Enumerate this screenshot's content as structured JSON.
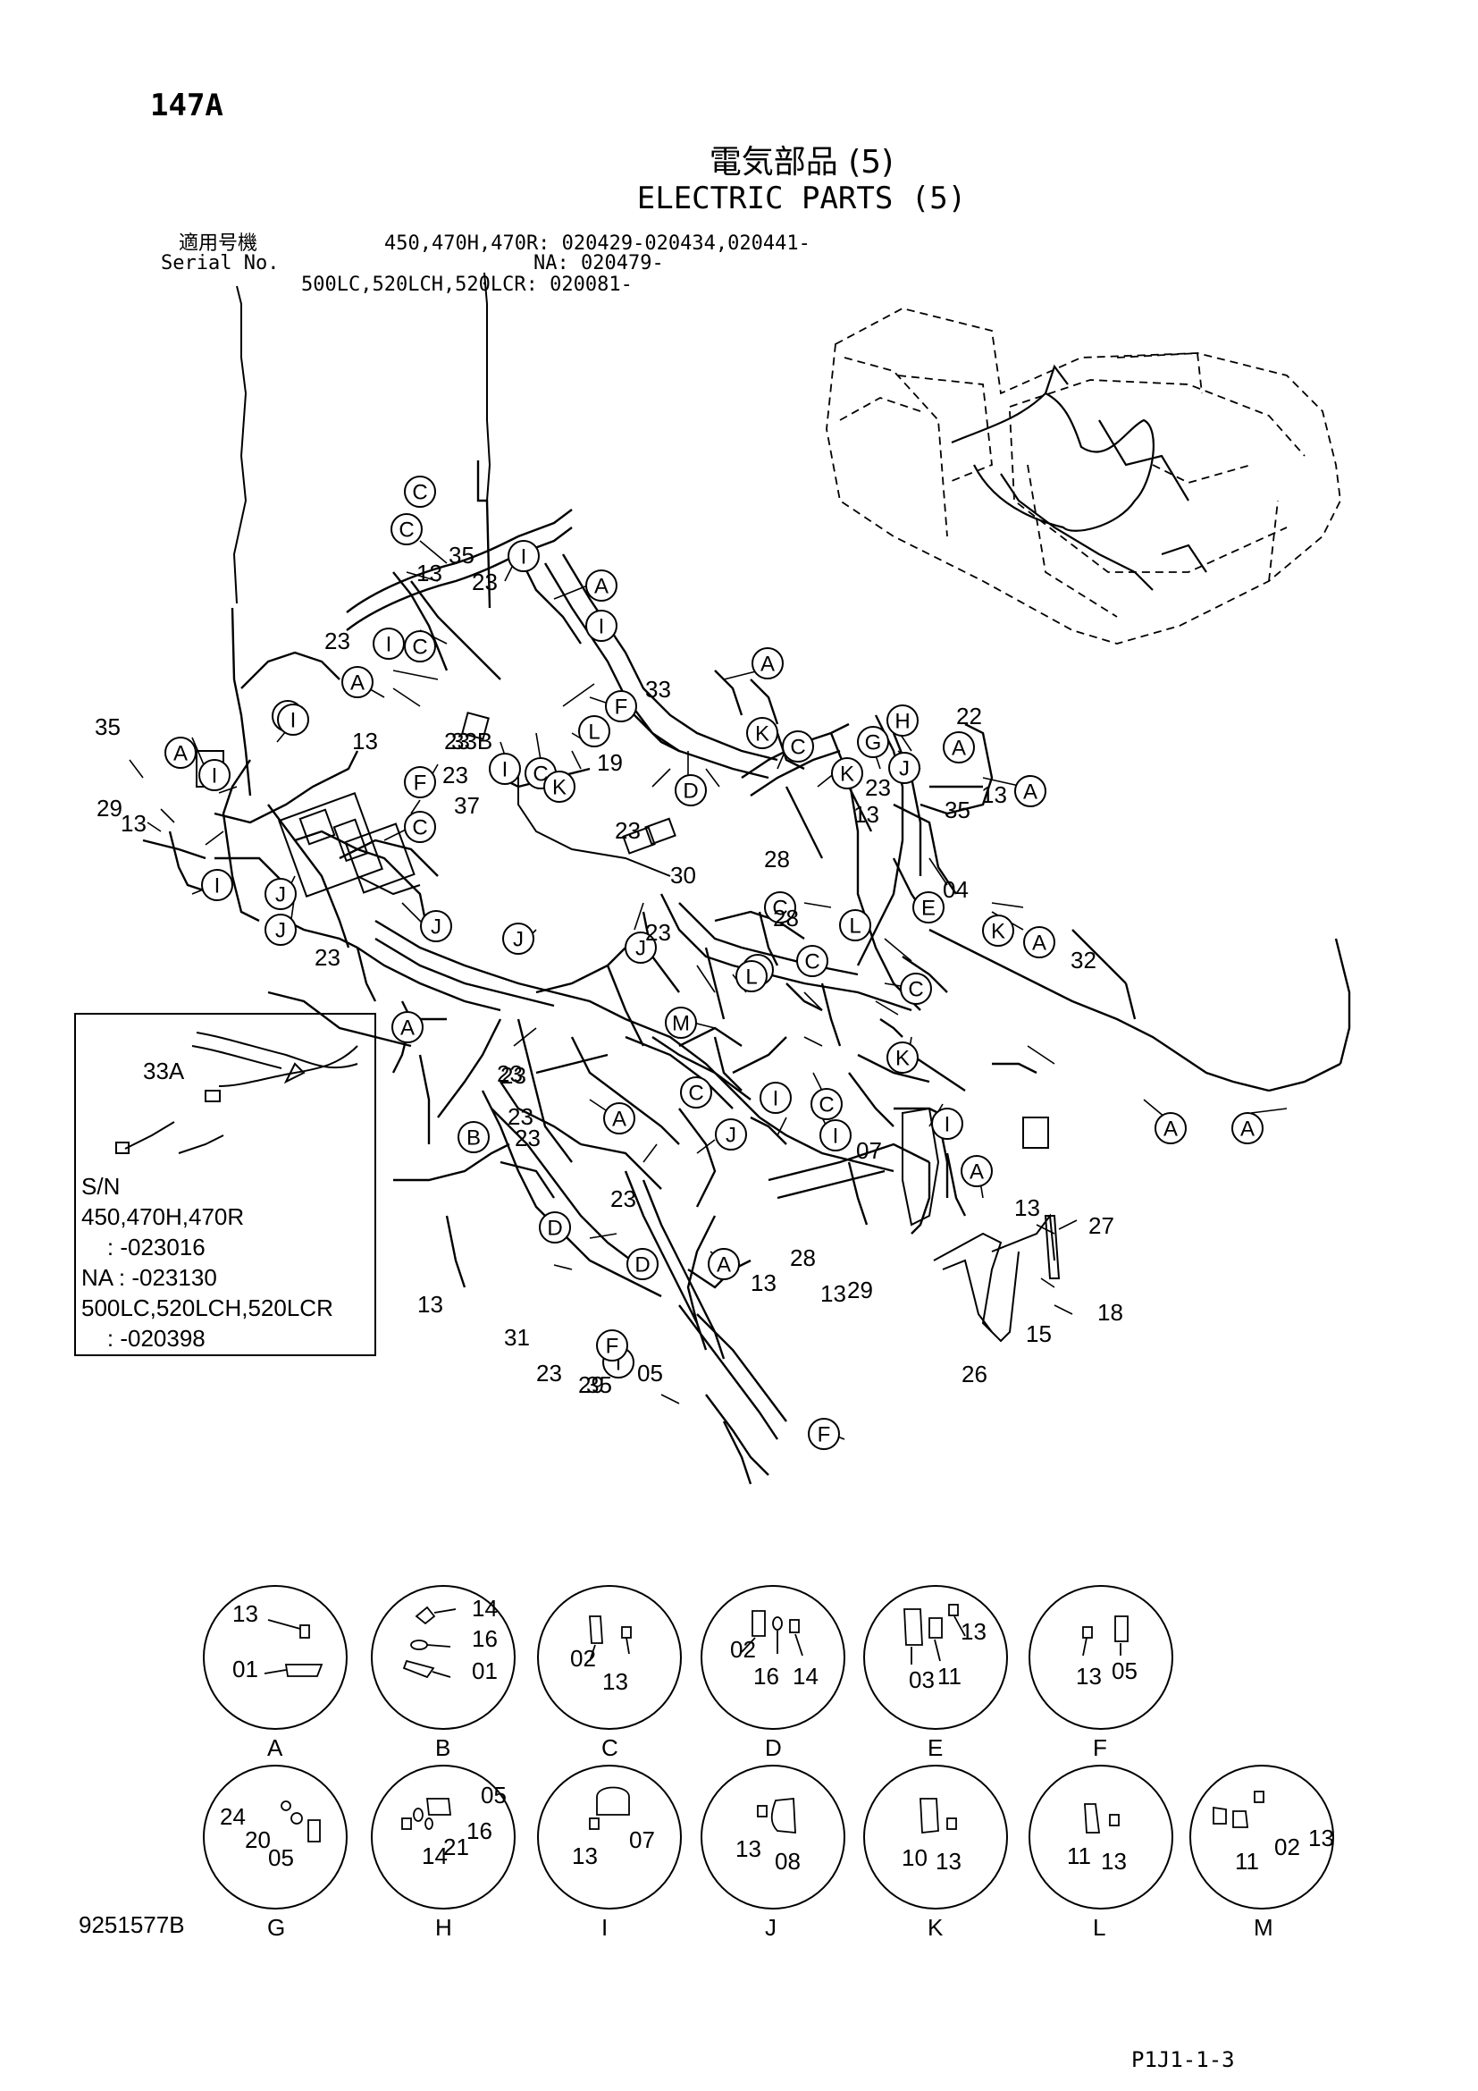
{
  "page_number": "147A",
  "title_jp": "電気部品 (5)",
  "title_en": "ELECTRIC PARTS (5)",
  "serial": {
    "label_jp": "適用号機",
    "label_en": "Serial No.",
    "line1": "450,470H,470R: 020429-020434,020441-",
    "line2": "NA: 020479-",
    "line3": "500LC,520LCH,520LCR: 020081-"
  },
  "inset": {
    "part_label": "33A",
    "text": "S/N\n450,470H,470R\n    : -023016\nNA : -023130\n500LC,520LCH,520LCR\n    : -020398"
  },
  "callouts": [
    {
      "letter": "C"
    },
    {
      "letter": "C"
    },
    {
      "letter": "I"
    },
    {
      "letter": "A"
    },
    {
      "letter": "C"
    },
    {
      "letter": "I"
    },
    {
      "letter": "I"
    },
    {
      "letter": "J"
    },
    {
      "letter": "A"
    },
    {
      "letter": "F"
    },
    {
      "letter": "L"
    },
    {
      "letter": "I"
    },
    {
      "letter": "C"
    },
    {
      "letter": "K"
    },
    {
      "letter": "A"
    },
    {
      "letter": "K"
    },
    {
      "letter": "C"
    },
    {
      "letter": "D"
    },
    {
      "letter": "K"
    },
    {
      "letter": "H"
    },
    {
      "letter": "G"
    },
    {
      "letter": "A"
    },
    {
      "letter": "J"
    },
    {
      "letter": "A"
    },
    {
      "letter": "I"
    },
    {
      "letter": "F"
    },
    {
      "letter": "C"
    },
    {
      "letter": "A"
    },
    {
      "letter": "I"
    },
    {
      "letter": "J"
    },
    {
      "letter": "J"
    },
    {
      "letter": "I"
    },
    {
      "letter": "J"
    },
    {
      "letter": "C"
    },
    {
      "letter": "E"
    },
    {
      "letter": "L"
    },
    {
      "letter": "K"
    },
    {
      "letter": "A"
    },
    {
      "letter": "C"
    },
    {
      "letter": "L"
    },
    {
      "letter": "C"
    },
    {
      "letter": "J"
    },
    {
      "letter": "J"
    },
    {
      "letter": "M"
    },
    {
      "letter": "L"
    },
    {
      "letter": "A"
    },
    {
      "letter": "A"
    },
    {
      "letter": "A"
    },
    {
      "letter": "C"
    },
    {
      "letter": "I"
    },
    {
      "letter": "C"
    },
    {
      "letter": "K"
    },
    {
      "letter": "J"
    },
    {
      "letter": "I"
    },
    {
      "letter": "I"
    },
    {
      "letter": "A"
    },
    {
      "letter": "B"
    },
    {
      "letter": "D"
    },
    {
      "letter": "A"
    },
    {
      "letter": "D"
    },
    {
      "letter": "A"
    },
    {
      "letter": "I"
    },
    {
      "letter": "F"
    },
    {
      "letter": "F"
    }
  ],
  "part_labels": [
    "13",
    "35",
    "23",
    "23",
    "13",
    "23",
    "33B",
    "23",
    "33",
    "19",
    "23",
    "30",
    "22",
    "23",
    "13",
    "35",
    "13",
    "28",
    "04",
    "28",
    "23",
    "32",
    "37",
    "35",
    "29",
    "13",
    "23",
    "23",
    "07",
    "13",
    "28",
    "13",
    "29",
    "27",
    "13",
    "18",
    "15",
    "26",
    "23",
    "31",
    "23",
    "23",
    "23",
    "23",
    "13",
    "29",
    "35",
    "05"
  ],
  "details": [
    {
      "key": "A",
      "labels": [
        "13",
        "01"
      ]
    },
    {
      "key": "B",
      "labels": [
        "14",
        "16",
        "01"
      ]
    },
    {
      "key": "C",
      "labels": [
        "02",
        "13"
      ]
    },
    {
      "key": "D",
      "labels": [
        "02",
        "16",
        "14"
      ]
    },
    {
      "key": "E",
      "labels": [
        "13",
        "03",
        "11"
      ]
    },
    {
      "key": "F",
      "labels": [
        "13",
        "05"
      ]
    },
    {
      "key": "G",
      "labels": [
        "24",
        "20",
        "05"
      ]
    },
    {
      "key": "H",
      "labels": [
        "05",
        "16",
        "14",
        "21"
      ]
    },
    {
      "key": "I",
      "labels": [
        "13",
        "07"
      ]
    },
    {
      "key": "J",
      "labels": [
        "13",
        "08"
      ]
    },
    {
      "key": "K",
      "labels": [
        "10",
        "13"
      ]
    },
    {
      "key": "L",
      "labels": [
        "11",
        "13"
      ]
    },
    {
      "key": "M",
      "labels": [
        "13",
        "11",
        "02"
      ]
    }
  ],
  "doc_number": "9251577B",
  "footer_code": "P1J1-1-3"
}
